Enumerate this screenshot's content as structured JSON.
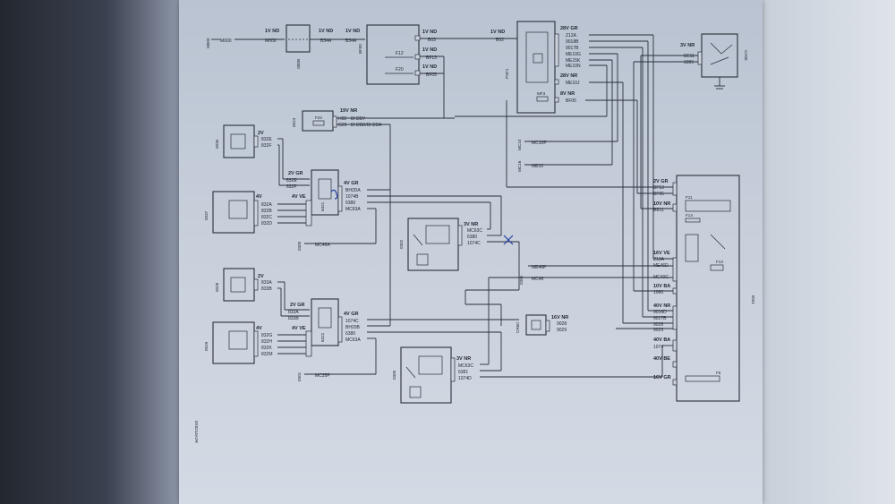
{
  "drawing_ref": "0X0214A2R",
  "components": {
    "M000": "M000",
    "B000": "B000",
    "BF00": "BF00",
    "PSF1": "PSF1",
    "CA00": "CA00",
    "BSI1": "BSI1",
    "BCR": "0024",
    "H2D": "0024",
    "W23": "0030",
    "W24": "0037",
    "W27": "0028",
    "W29": "0029",
    "E32": "6321",
    "E33": "6322",
    "C300": "0300",
    "C301": "0301",
    "C302": "0302",
    "C305": "0305",
    "CR60": "CR60",
    "MC10": "MC10",
    "MC16": "MC16"
  },
  "labels": {
    "m000_wire": "M000",
    "m000_conn": "1V ND",
    "b000_conn": "1V ND",
    "b34a": "B34A",
    "b34a2": "B34A",
    "bf00_conn": "1V ND",
    "b03": "B03",
    "bf13_conn": "1V ND",
    "bf13": "BF13",
    "bf05_conn": "1V ND",
    "bf05": "BF05",
    "psf_in_conn": "1V ND",
    "b02": "B02",
    "f12": "F12",
    "f20": "F20",
    "psf_conn1": "28V GR",
    "z12a": "Z12A",
    "p9018b": "9018B",
    "p9017b": "9017B",
    "me10g": "ME10G",
    "me15k": "ME15K",
    "me10n": "ME10N",
    "psf_conn2": "28V NR",
    "me10j": "ME10J",
    "mf3": "MF3",
    "psf_conn3": "8V NR",
    "bf05b": "BF05",
    "ca00_conn": "3V NR",
    "be11": "BE11",
    "n1005": "1005",
    "mc10p": "MC10P",
    "me10": "ME10",
    "w19_conn": "19V NR",
    "bh2by": "BH2BY",
    "bh2bb": "BH2BB/BH2DA",
    "h02": "H02",
    "g29": "G29",
    "f22": "F22",
    "c2v_a": "2V",
    "s832e": "832E",
    "s832f": "832F",
    "c2v_gr": "2V GR",
    "s832e2": "832E",
    "s832f2": "832F",
    "c4v_gr": "4V GR",
    "bh2da": "BH2DA",
    "n1074b": "1074B",
    "n6380": "6380",
    "mc63a": "MC63A",
    "c4v": "4V",
    "c4v_ve": "4V VE",
    "s832a": "832A",
    "s832b": "832B",
    "s832c": "832C",
    "s832d": "832D",
    "mc46a": "MC46A",
    "c3v_nr": "3V NR",
    "mc63c": "MC63C",
    "n6380b": "6380",
    "n1074c": "1074C",
    "me46p": "ME46P",
    "mc46": "MC46",
    "c2v_b": "2V",
    "s833a": "833A",
    "s833b": "833B",
    "c2v_gr2": "2V GR",
    "s833a2": "833A",
    "s833b2": "833B",
    "c4v_gr2": "4V GR",
    "n1074c2": "1074C",
    "bh20b": "BH20B",
    "n6380c": "6380",
    "mc63a2": "MC63A",
    "c4v2": "4V",
    "c4v_ve2": "4V VE",
    "s832g": "832G",
    "s832h": "832H",
    "s832k": "832K",
    "s832m": "832M",
    "mc35p": "MC35P",
    "c16v_nr": "16V NR",
    "n9028": "9028",
    "n9029": "9029",
    "c3v_nr2": "3V NR",
    "mc63c2": "MC63C",
    "n6381": "6381",
    "n1074d": "1074D",
    "bsi_c2v": "2V GR",
    "bf13b": "BF13",
    "bf05c": "BF05",
    "bsi_c10v": "10V NR",
    "be11b": "BE11",
    "f11": "F11",
    "f14": "F14",
    "bsi_c16v": "16V VE",
    "z13a": "Z13A",
    "me46d": "ME46D",
    "mc40c": "MC40C",
    "f13": "F13",
    "bsi_c10v_ba": "10V BA",
    "n1060": "1060",
    "bsi_c40v": "40V NR",
    "n9016d": "9016D",
    "n9017b": "9017B",
    "n9028b": "9028",
    "n9029b": "9029",
    "bsi_c40v_ba": "40V BA",
    "n1074": "1074",
    "bsi_c40v_be": "40V BE",
    "bsi_c16v_gr": "16V GR",
    "f5": "F5"
  }
}
